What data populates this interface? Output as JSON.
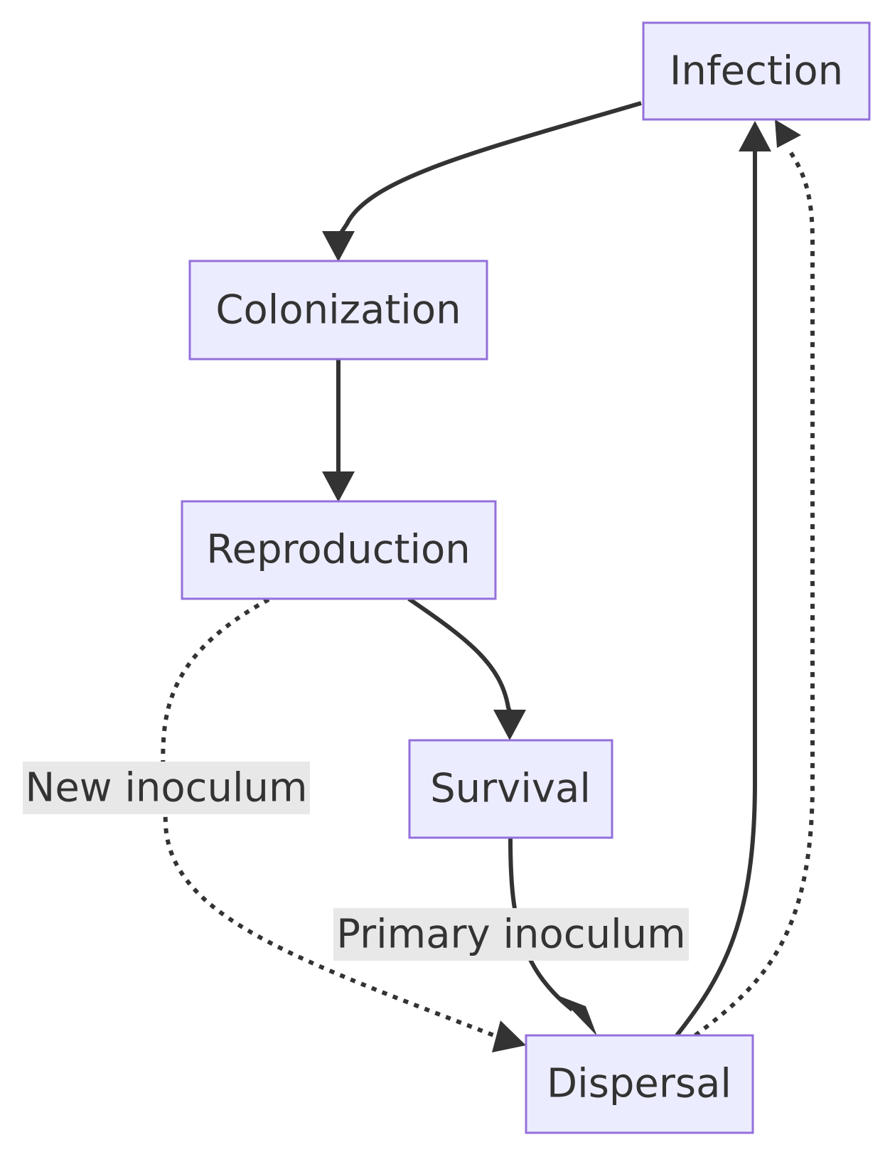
{
  "diagram": {
    "type": "flowchart",
    "nodes": {
      "infection": "Infection",
      "colonization": "Colonization",
      "reproduction": "Reproduction",
      "survival": "Survival",
      "dispersal": "Dispersal"
    },
    "edge_labels": {
      "new_inoculum": "New inoculum",
      "primary_inoculum": "Primary inoculum"
    },
    "edges": [
      {
        "from": "Infection",
        "to": "Colonization",
        "style": "solid"
      },
      {
        "from": "Colonization",
        "to": "Reproduction",
        "style": "solid"
      },
      {
        "from": "Reproduction",
        "to": "Survival",
        "style": "solid"
      },
      {
        "from": "Reproduction",
        "to": "Dispersal",
        "style": "dotted",
        "label": "New inoculum"
      },
      {
        "from": "Survival",
        "to": "Dispersal",
        "style": "solid",
        "label": "Primary inoculum"
      },
      {
        "from": "Dispersal",
        "to": "Infection",
        "style": "solid"
      },
      {
        "from": "Dispersal",
        "to": "Infection",
        "style": "dotted"
      }
    ],
    "colors": {
      "node_fill": "#ececff",
      "node_border": "#9370db",
      "edge": "#333333",
      "label_background": "#e8e8e8",
      "text": "#333333"
    }
  }
}
